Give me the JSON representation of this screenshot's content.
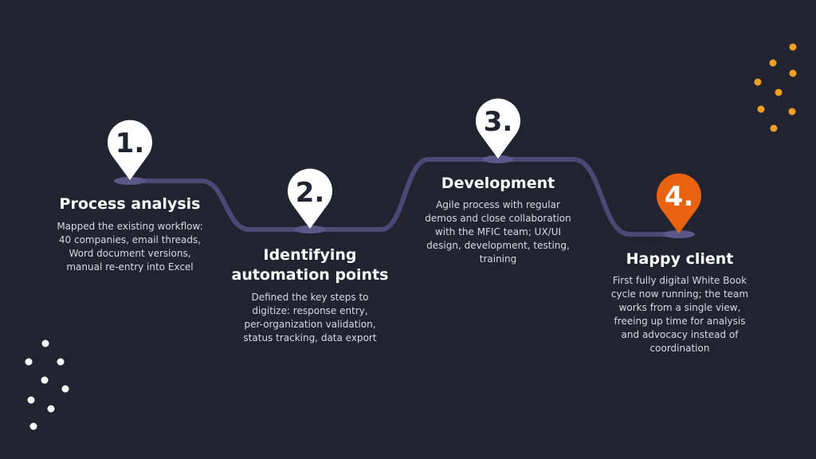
{
  "steps": [
    {
      "number": "1.",
      "title": "Process analysis",
      "description": "Mapped the existing workflow:\n40 companies, email threads,\nWord document versions,\nmanual re-entry into Excel"
    },
    {
      "number": "2.",
      "title": "Identifying\nautomation points",
      "description": "Defined the key steps to\ndigitize: response entry,\nper-organization validation,\nstatus tracking, data export"
    },
    {
      "number": "3.",
      "title": "Development",
      "description": "Agile process with regular\ndemos and close collaboration\nwith the MFIC team; UX/UI\ndesign, development, testing,\ntraining"
    },
    {
      "number": "4.",
      "title": "Happy client",
      "description": "First fully digital White Book\ncycle now running; the team\nworks from a single view,\nfreeing up time for analysis\nand advocacy instead of\ncoordination"
    }
  ],
  "colors": {
    "background": "#232230",
    "path": "#4a4874",
    "pin_default": "#ffffff",
    "pin_highlight": "#e8620f",
    "number_on_white": "#232230",
    "number_on_orange": "#ffffff",
    "dots_orange": "#f0a020",
    "dots_white": "#ffffff"
  }
}
